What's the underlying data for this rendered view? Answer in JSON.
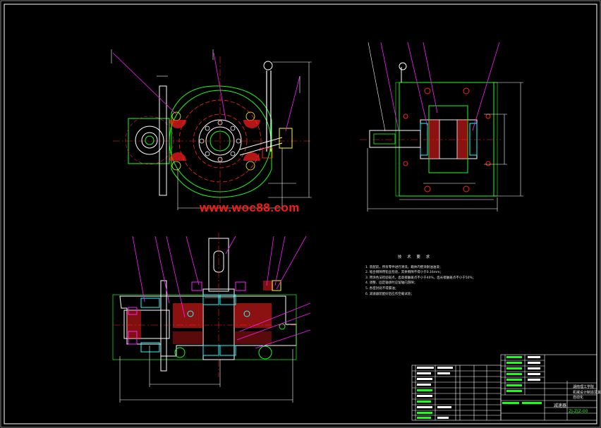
{
  "watermark": "www.woc88.com",
  "tech_requirements": {
    "title": "技 术 要 求",
    "items": [
      "1. 装配前，所有零件进行清洗，箱体内壁涂耐油油漆；",
      "2. 啮合侧隙用铅丝检验，其余侧隙不得小于0.16mm；",
      "3. 用涂色法检验斑点，齿高接触斑点不小于40%，齿长接触斑点不小于50%；",
      "4. 调整、固定轴承时应留轴向游隙；",
      "5. 各密封处不得漏油；",
      "6. 减速器装配好后应作空载试验；"
    ]
  },
  "title_block": {
    "drawing_name": "减速器",
    "drawing_number": "ZJ-ZJZ-00",
    "school": "湖南理工学院",
    "company": "机械设计制造及其自动化"
  },
  "colors": {
    "outline": "#ffffff",
    "geometry": "#19ff19",
    "centerline": "#ff2020",
    "leader": "#ff19ff",
    "section": "#19ffff",
    "hatch": "#ff2020",
    "dimension": "#ffffff",
    "highlight": "#ffff00"
  }
}
